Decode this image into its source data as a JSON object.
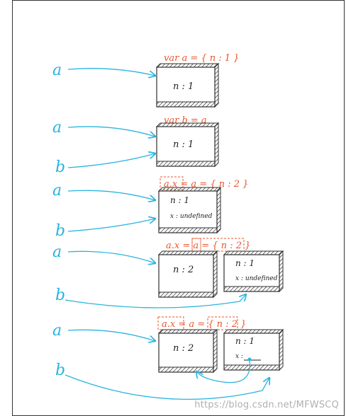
{
  "colors": {
    "frame": "#333333",
    "code": "#e8552b",
    "arrow": "#2ab4e0",
    "box": "#2f2f2f",
    "watermark": "#9a9a9a"
  },
  "steps": [
    {
      "code": "var a = { n : 1 }"
    },
    {
      "code": "var b = a"
    },
    {
      "code": "a.x = a = { n : 2 }"
    },
    {
      "code": "a.x = a = { n : 2 }"
    },
    {
      "code": "a.x = a = { n : 2 }"
    }
  ],
  "vars": {
    "a": "a",
    "b": "b"
  },
  "objects": {
    "n1": "n : 1",
    "n2": "n : 2",
    "x_undefined": "x : undefined",
    "x_key": "x :"
  },
  "watermark": "https://blog.csdn.net/MFWSCQ"
}
